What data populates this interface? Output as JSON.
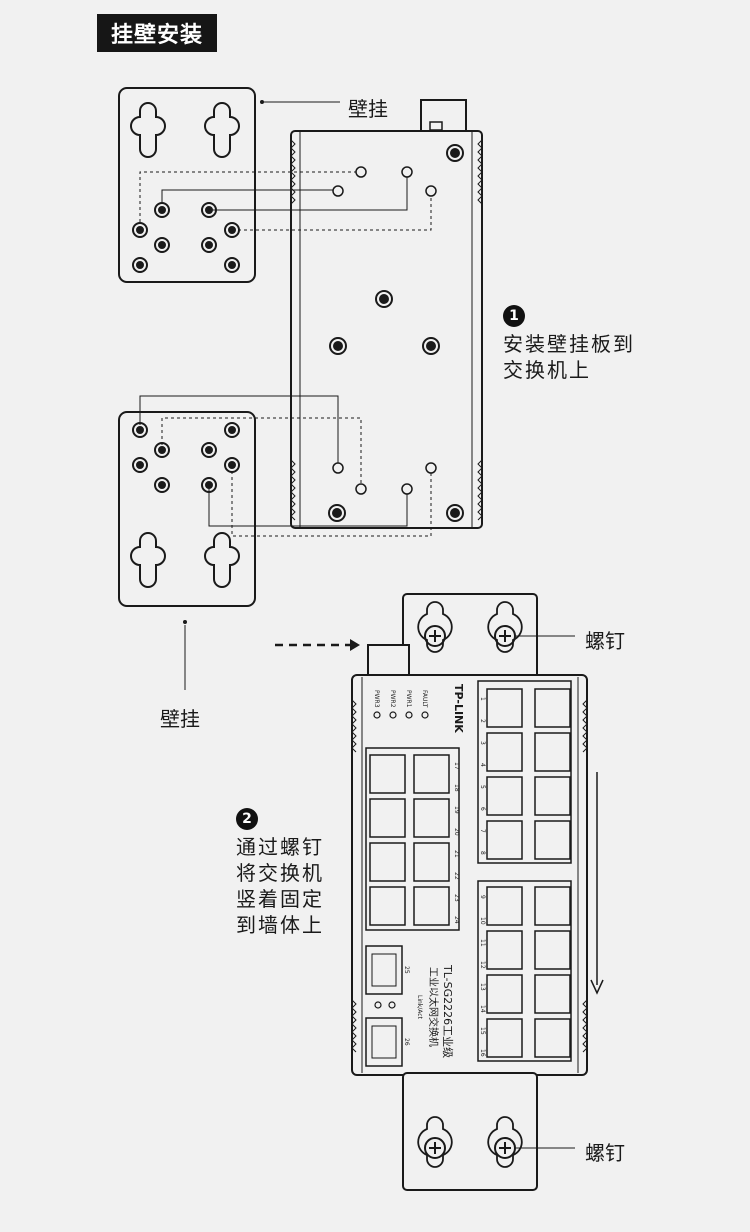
{
  "title": "挂壁安装",
  "labels": {
    "wall_mount_top": "壁挂",
    "wall_mount_bottom": "壁挂",
    "screw_top": "螺钉",
    "screw_bottom": "螺钉"
  },
  "steps": [
    {
      "num": "1",
      "lines": [
        "安装壁挂板到",
        "交换机上"
      ]
    },
    {
      "num": "2",
      "lines": [
        "通过螺钉",
        "将交换机",
        "竖着固定",
        "到墙体上"
      ]
    }
  ],
  "device": {
    "brand": "TP-LINK",
    "model": "TL-SG2226工业级",
    "subtitle": "工业以太网交换机",
    "leds": [
      "FAULT",
      "PWR1",
      "PWR2",
      "PWR3"
    ],
    "port_numbers_top": [
      "1",
      "2",
      "3",
      "4",
      "5",
      "6",
      "7",
      "8"
    ],
    "port_numbers_mid": [
      "9",
      "10",
      "11",
      "12",
      "13",
      "14",
      "15",
      "16"
    ],
    "port_numbers_left": [
      "17",
      "18",
      "19",
      "20",
      "21",
      "22",
      "23",
      "24"
    ],
    "sfp_ports": [
      "25",
      "26"
    ],
    "link_act": "Link/Act"
  }
}
